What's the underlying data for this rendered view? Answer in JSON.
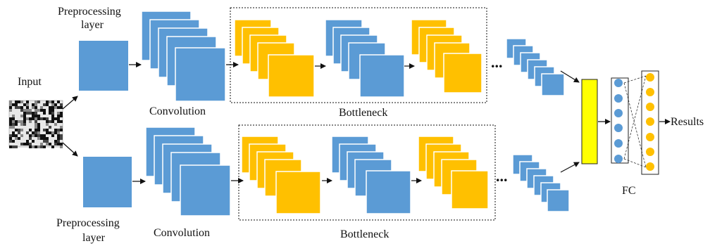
{
  "labels": {
    "input": "Input",
    "preprocessing_top_line1": "Preprocessing",
    "preprocessing_top_line2": "layer",
    "preprocessing_bottom_line1": "Preprocessing",
    "preprocessing_bottom_line2": "layer",
    "convolution_top": "Convolution",
    "convolution_bottom": "Convolution",
    "bottleneck_top": "Bottleneck",
    "bottleneck_bottom": "Bottleneck",
    "fc": "FC",
    "results": "Results",
    "ellipsis_top": "...",
    "ellipsis_bottom": "..."
  },
  "colors": {
    "blue": "#5b9bd5",
    "orange": "#ffc000",
    "yellow": "#ffff00",
    "line": "#111111"
  }
}
